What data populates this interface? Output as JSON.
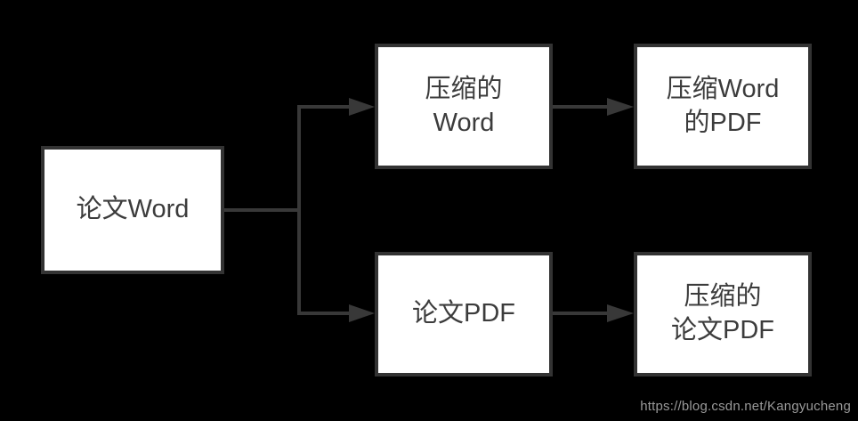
{
  "colors": {
    "background": "#000000",
    "box_fill": "#ffffff",
    "box_border": "#333333",
    "line": "#383838",
    "text": "#3c3c3c",
    "watermark": "#999999"
  },
  "diagram": {
    "type": "flowchart",
    "nodes": [
      {
        "id": "source",
        "label": "论文Word"
      },
      {
        "id": "compressed-word",
        "label": "压缩的\nWord"
      },
      {
        "id": "compressed-word-pdf",
        "label": "压缩Word\n的PDF"
      },
      {
        "id": "paper-pdf",
        "label": "论文PDF"
      },
      {
        "id": "compressed-paper-pdf",
        "label": "压缩的\n论文PDF"
      }
    ],
    "edges": [
      {
        "from": "source",
        "to": "compressed-word",
        "arrow": true
      },
      {
        "from": "source",
        "to": "paper-pdf",
        "arrow": true
      },
      {
        "from": "compressed-word",
        "to": "compressed-word-pdf",
        "arrow": true
      },
      {
        "from": "paper-pdf",
        "to": "compressed-paper-pdf",
        "arrow": true
      }
    ]
  },
  "watermark": {
    "text": "https://blog.csdn.net/Kangyucheng"
  }
}
